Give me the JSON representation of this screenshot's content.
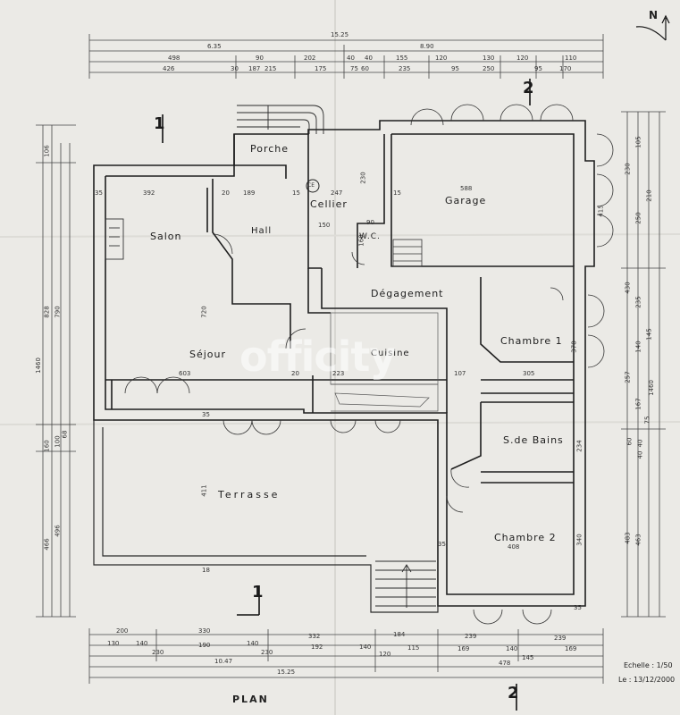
{
  "plan": {
    "north_label": "N",
    "title": "PLAN",
    "scale": "Echelle : 1/50",
    "date": "Le : 13/12/2000",
    "watermark": "officity",
    "section_marks": [
      "1",
      "1",
      "2",
      "2"
    ],
    "rooms": {
      "porche": "Porche",
      "cellier": "Cellier",
      "garage": "Garage",
      "salon": "Salon",
      "hall": "Hall",
      "wc": "W.C.",
      "degagement": "Dégagement",
      "chambre1": "Chambre 1",
      "sejour": "Séjour",
      "cuisine": "Cuisine",
      "sdb": "S.de Bains",
      "terrasse": "Terrasse",
      "chambre2": "Chambre 2",
      "ce": "CE"
    },
    "top_dims": {
      "overall": "15.25",
      "row1": [
        "6.35",
        "8.90"
      ],
      "row2": [
        "498",
        "90",
        "202",
        "40",
        "40",
        "155",
        "120",
        "130",
        "120",
        "110"
      ],
      "row3": [
        "426",
        "30",
        "187",
        "215",
        "175",
        "75",
        "60",
        "235",
        "95",
        "250",
        "95",
        "170"
      ]
    },
    "bottom_dims": {
      "row1": [
        "200",
        "330",
        "332",
        "184",
        "239",
        "239"
      ],
      "row2": [
        "130",
        "140",
        "190",
        "140",
        "192",
        "140",
        "115",
        "169",
        "140",
        "169"
      ],
      "row3": [
        "230",
        "230",
        "120",
        "145"
      ],
      "row4": [
        "10.47",
        "478"
      ],
      "overall": "15.25"
    },
    "left_dims": [
      "106",
      "828",
      "790",
      "1460",
      "160",
      "100",
      "68",
      "466",
      "496"
    ],
    "right_dims": [
      "105",
      "230",
      "210",
      "250",
      "415",
      "430",
      "235",
      "140",
      "145",
      "257",
      "167",
      "1460",
      "75",
      "60",
      "40",
      "40",
      "483",
      "463"
    ],
    "interior_dims": [
      "35",
      "392",
      "20",
      "189",
      "15",
      "247",
      "15",
      "588",
      "230",
      "150",
      "90",
      "160",
      "720",
      "603",
      "20",
      "223",
      "107",
      "305",
      "378",
      "35",
      "411",
      "35",
      "408",
      "340",
      "234",
      "18",
      "35"
    ]
  }
}
